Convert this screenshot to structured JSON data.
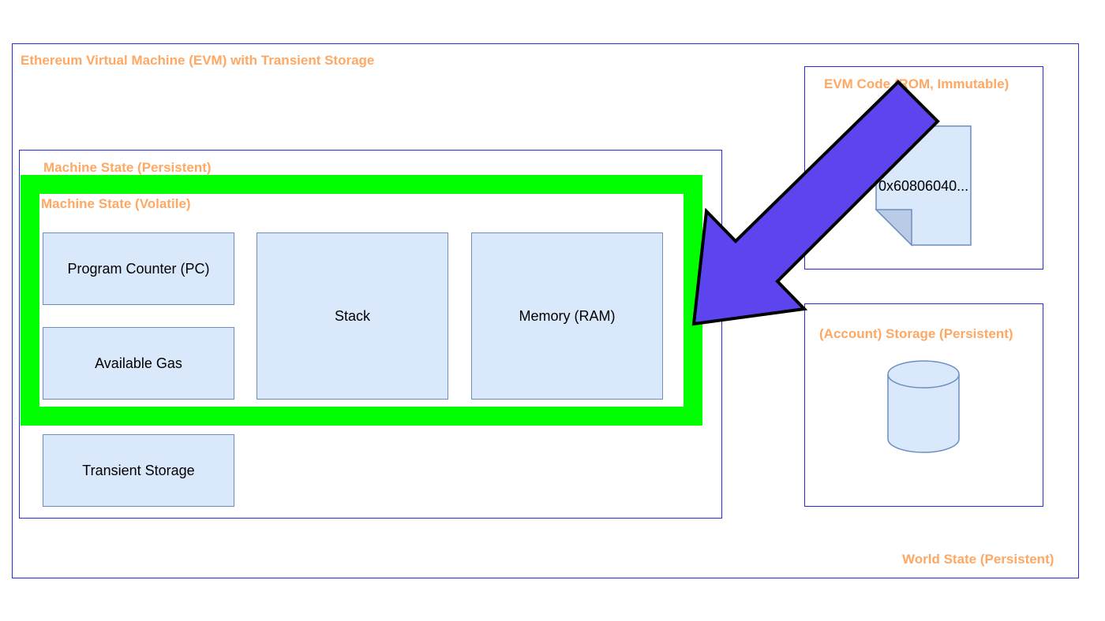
{
  "world": {
    "evm_label": "Ethereum Virtual Machine (EVM) with Transient Storage",
    "world_state_label": "World State (Persistent)"
  },
  "machine_persistent": {
    "label": "Machine State (Persistent)",
    "transient_storage": "Transient Storage"
  },
  "machine_volatile": {
    "label": "Machine State (Volatile)",
    "program_counter": "Program Counter (PC)",
    "available_gas": "Available Gas",
    "stack": "Stack",
    "memory": "Memory (RAM)"
  },
  "evm_code": {
    "label": "EVM Code (ROM, Immutable)",
    "bytecode": "0x60806040..."
  },
  "account_storage": {
    "label": "(Account) Storage (Persistent)"
  },
  "colors": {
    "frame_border": "#2a2ae6",
    "label_orange": "#ffa863",
    "cell_fill": "#dae8fc",
    "cell_border": "#6c8ebf",
    "highlight_green": "#00ff00",
    "arrow_fill": "#5c45ef"
  },
  "icons": [
    "document-icon",
    "database-icon",
    "arrow-icon"
  ]
}
